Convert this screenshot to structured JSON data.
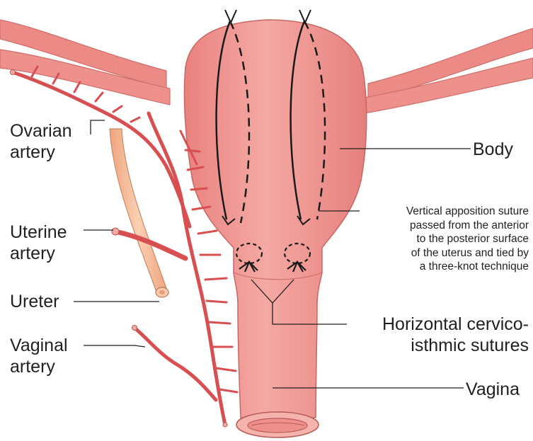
{
  "labels": {
    "ovarian_artery": [
      "Ovarian",
      "artery"
    ],
    "uterine_artery": [
      "Uterine",
      "artery"
    ],
    "ureter": "Ureter",
    "vaginal_artery": [
      "Vaginal",
      "artery"
    ],
    "body": "Body",
    "vertical_suture": [
      "Vertical apposition suture",
      "passed from the anterior",
      "to the posterior surface",
      "of the uterus and tied by",
      "a three-knot technique"
    ],
    "horizontal_sutures": [
      "Horizontal cervico-",
      "isthmic sutures"
    ],
    "vagina": "Vagina"
  },
  "colors": {
    "uterus": "#ee8f8b",
    "uterus_dark": "#d9706d",
    "artery": "#e0595a",
    "ureter": "#f4b48e",
    "suture": "#1a1a1a",
    "text": "#231f20"
  }
}
